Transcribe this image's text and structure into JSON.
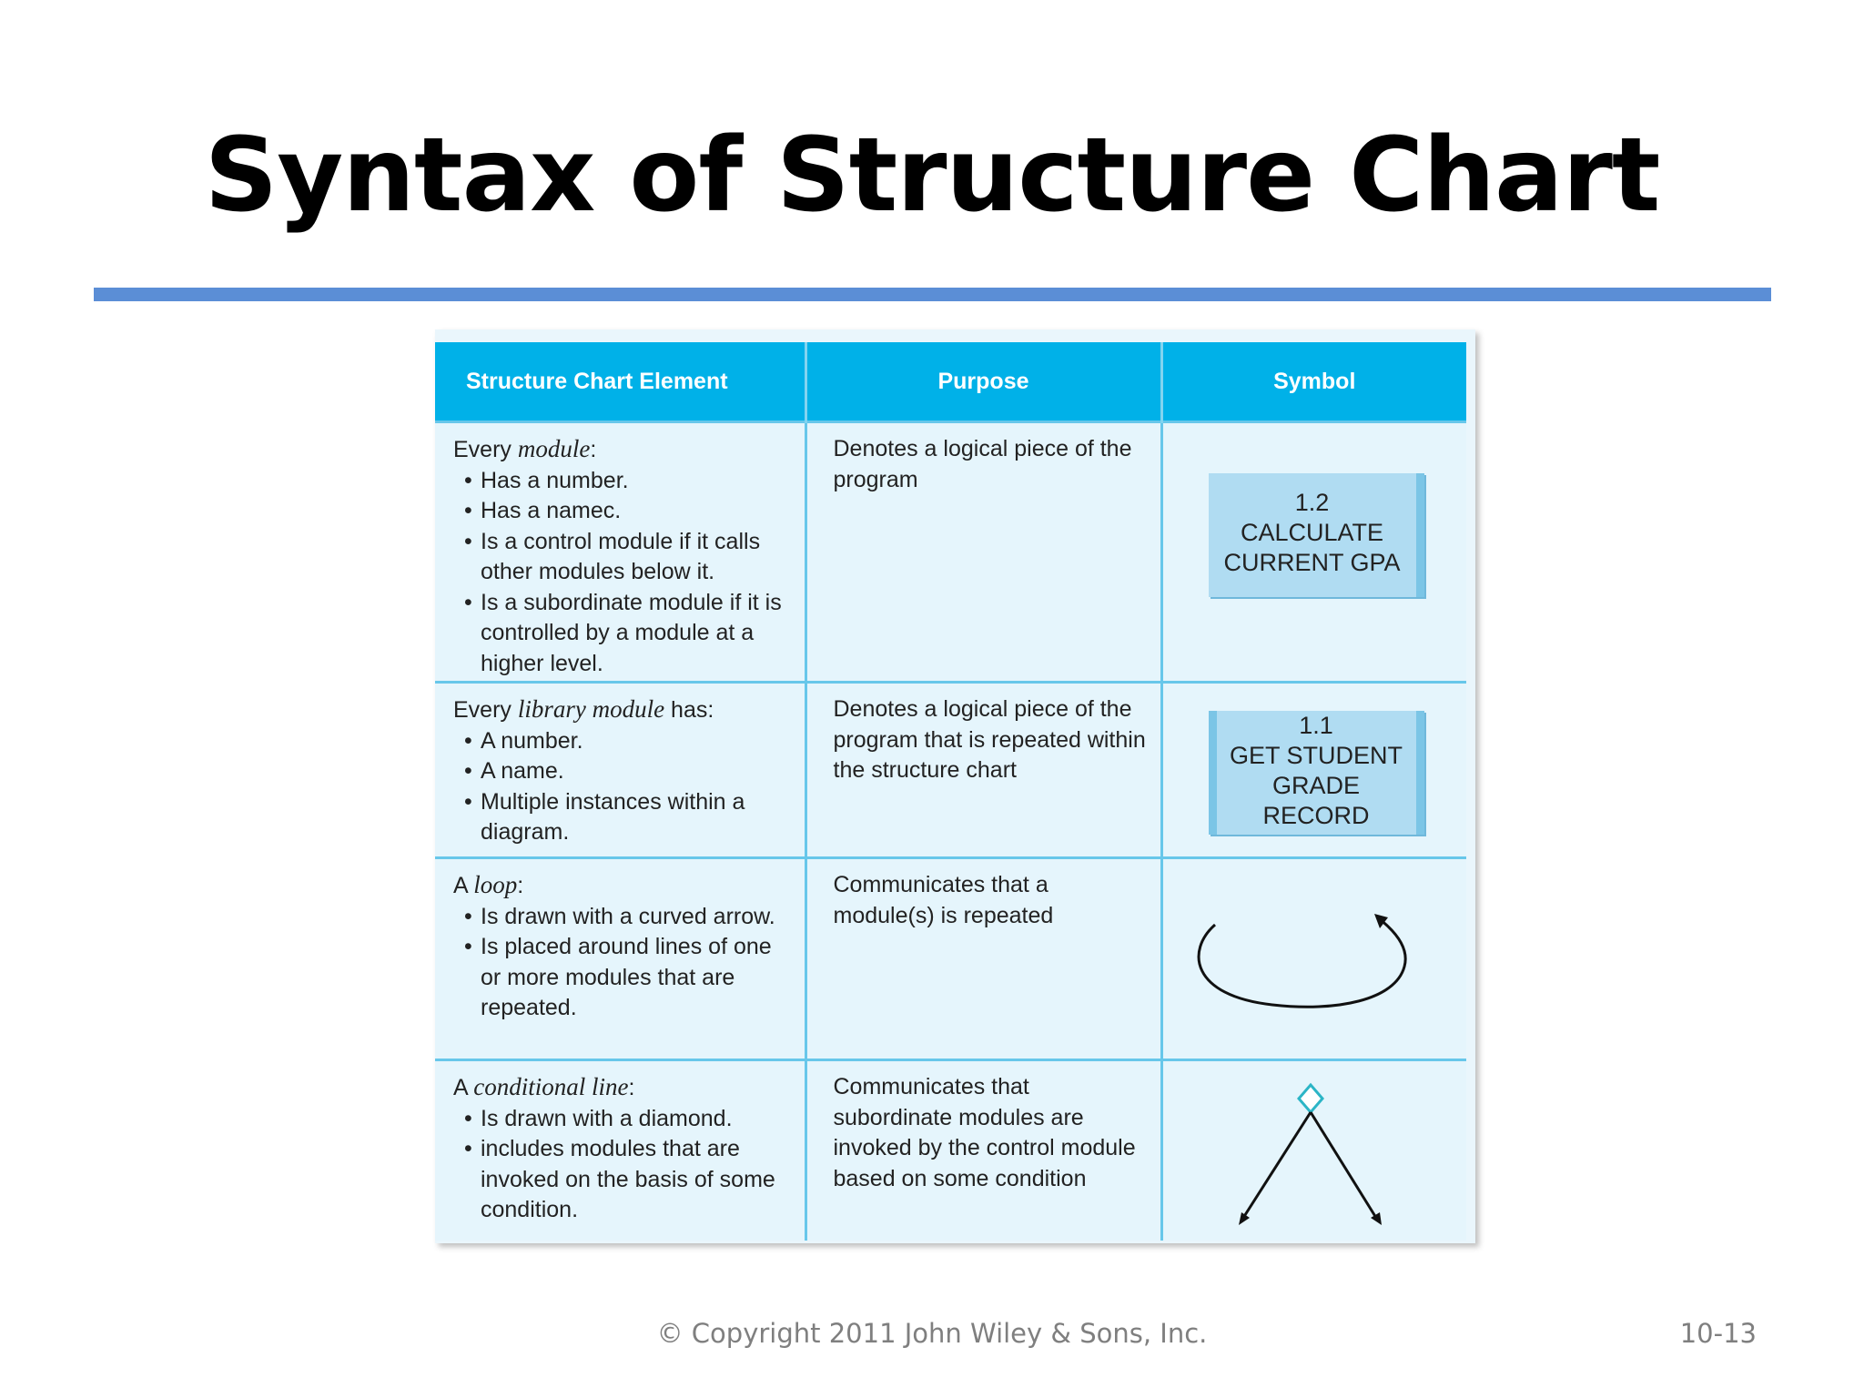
{
  "slide": {
    "title": "Syntax of Structure Chart",
    "footer_copyright": "© Copyright 2011 John Wiley & Sons, Inc.",
    "page_number": "10-13"
  },
  "colors": {
    "title_rule": "#5b8ed6",
    "table_header": "#00b1e8",
    "table_body": "#e5f5fc",
    "module_box": "#b0dcf2"
  },
  "table": {
    "headers": [
      "Structure Chart Element",
      "Purpose",
      "Symbol"
    ],
    "rows": [
      {
        "element_prefix": "Every ",
        "element_term": "module",
        "element_suffix": ":",
        "bullets": [
          "Has a number.",
          "Has a namec.",
          "Is a control module if it calls other modules below it.",
          "Is a subordinate module if it is controlled by a module at a higher level."
        ],
        "purpose": "Denotes a logical piece of the program",
        "symbol": {
          "kind": "module-box",
          "lines": [
            "1.2",
            "CALCULATE",
            "CURRENT GPA"
          ]
        }
      },
      {
        "element_prefix": "Every ",
        "element_term": "library module",
        "element_suffix": " has:",
        "bullets": [
          "A number.",
          "A name.",
          "Multiple instances within a diagram."
        ],
        "purpose": "Denotes a logical piece of the program that is repeated within the structure chart",
        "symbol": {
          "kind": "library-module-box",
          "lines": [
            "1.1",
            "GET STUDENT",
            "GRADE",
            "RECORD"
          ]
        }
      },
      {
        "element_prefix": "A ",
        "element_term": "loop",
        "element_suffix": ":",
        "bullets": [
          "Is drawn with a curved arrow.",
          "Is placed around lines of one or more modules that are repeated."
        ],
        "purpose": "Communicates that a module(s) is repeated",
        "symbol": {
          "kind": "curved-arrow-icon"
        }
      },
      {
        "element_prefix": "A ",
        "element_term": "conditional line",
        "element_suffix": ":",
        "bullets": [
          "Is drawn with a diamond.",
          "includes modules that are invoked on the basis of some condition."
        ],
        "purpose": "Communicates that subordinate modules are invoked by the control module based on some condition",
        "symbol": {
          "kind": "diamond-branch-icon"
        }
      }
    ]
  }
}
